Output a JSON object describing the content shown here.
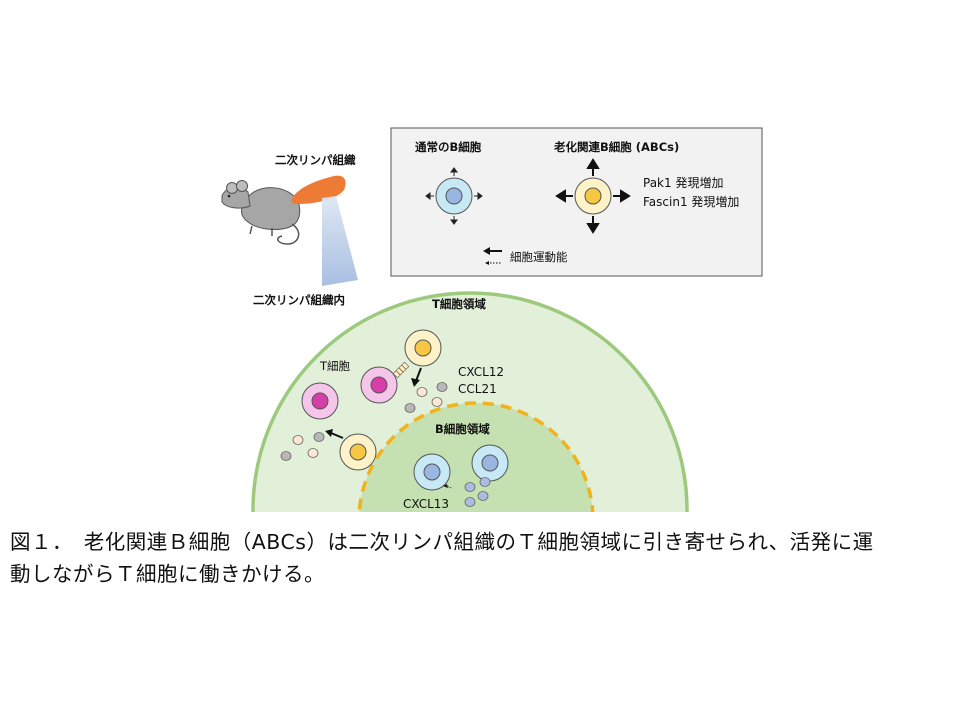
{
  "labels": {
    "secondary_lymphoid_tissue": "二次リンパ組織",
    "inside_secondary_lymphoid_tissue": "二次リンパ組織内",
    "normal_b_cell": "通常のB細胞",
    "age_associated_b_cell": "老化関連B細胞 (ABCs)",
    "pak1": "Pak1 発現増加",
    "fascin1": "Fascin1 発現増加",
    "cell_motility": "細胞運動能",
    "t_cell_zone": "T細胞領域",
    "b_cell_zone": "B細胞領域",
    "t_cell": "T細胞",
    "cxcl12": "CXCL12",
    "ccl21": "CCL21",
    "cxcl13": "CXCL13"
  },
  "caption": {
    "line1": "図１．　老化関連Ｂ細胞（ABCs）は二次リンパ組織のＴ細胞領域に引き寄せられ、活発に運",
    "line2": "動しながらＴ細胞に働きかける。"
  },
  "colors": {
    "t_zone_fill": "#e2efd9",
    "t_zone_border": "#9dc97d",
    "b_zone_fill": "#c5e1b2",
    "b_zone_dash": "#f2b21b",
    "normal_b_outer": "#c7e9f6",
    "normal_b_nucleus": "#9ab6e0",
    "abc_outer": "#fdf2c8",
    "abc_nucleus": "#f7c643",
    "t_cell_outer": "#f6c6ea",
    "t_cell_nucleus": "#d63fa8",
    "tissue": "#ee7b35",
    "funnel": "#a9bfe0"
  }
}
